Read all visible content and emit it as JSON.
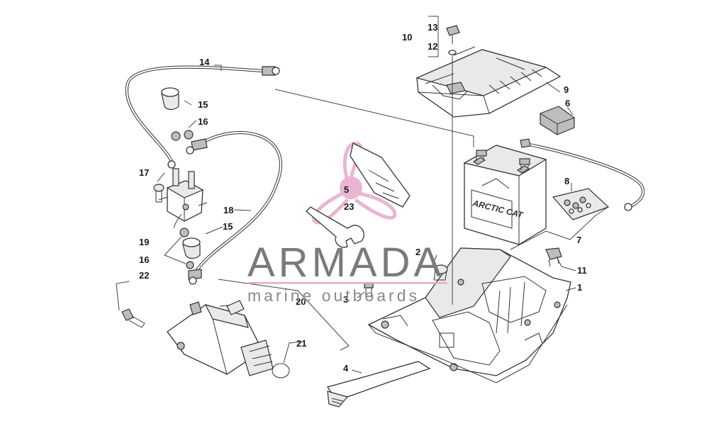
{
  "callouts": [
    {
      "id": "c1",
      "text": "1"
    },
    {
      "id": "c2",
      "text": "2"
    },
    {
      "id": "c3",
      "text": "3"
    },
    {
      "id": "c4",
      "text": "4"
    },
    {
      "id": "c5",
      "text": "5"
    },
    {
      "id": "c6",
      "text": "6"
    },
    {
      "id": "c7",
      "text": "7"
    },
    {
      "id": "c8",
      "text": "8"
    },
    {
      "id": "c9",
      "text": "9"
    },
    {
      "id": "c10",
      "text": "10"
    },
    {
      "id": "c11",
      "text": "11"
    },
    {
      "id": "c12",
      "text": "12"
    },
    {
      "id": "c13",
      "text": "13"
    },
    {
      "id": "c14",
      "text": "14"
    },
    {
      "id": "c15a",
      "text": "15"
    },
    {
      "id": "c15b",
      "text": "15"
    },
    {
      "id": "c16a",
      "text": "16"
    },
    {
      "id": "c16b",
      "text": "16"
    },
    {
      "id": "c17",
      "text": "17"
    },
    {
      "id": "c18",
      "text": "18"
    },
    {
      "id": "c19",
      "text": "19"
    },
    {
      "id": "c20",
      "text": "20"
    },
    {
      "id": "c21",
      "text": "21"
    },
    {
      "id": "c22",
      "text": "22"
    },
    {
      "id": "c23",
      "text": "23"
    }
  ],
  "battery": {
    "brand": "ARCTIC CAT"
  },
  "watermark": {
    "title": "ARMADA",
    "subtitle": "marine outboards",
    "color": "#e7a9cc",
    "text_color": "#7a7a7a"
  }
}
